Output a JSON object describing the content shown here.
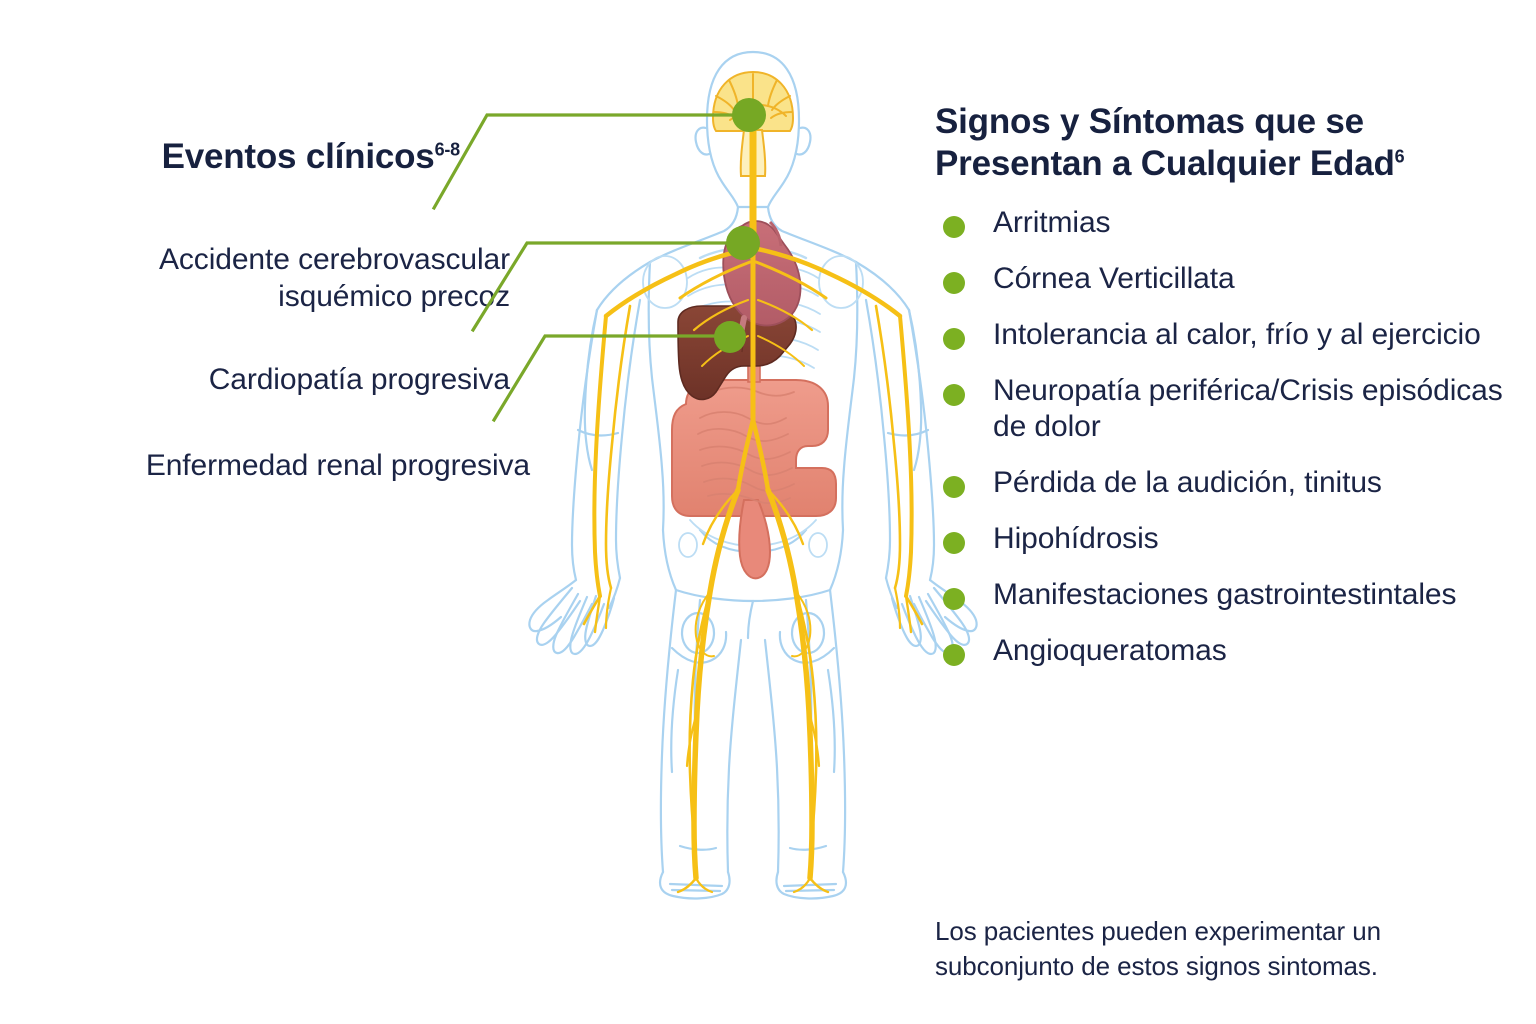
{
  "left": {
    "heading": "Eventos clínicos",
    "heading_sup": "6-8",
    "labels": [
      {
        "text": "Accidente cerebrovascular isquémico precoz",
        "target": "brain"
      },
      {
        "text": "Cardiopatía progresiva",
        "target": "heart"
      },
      {
        "text": "Enfermedad renal progresiva",
        "target": "kidney"
      }
    ]
  },
  "right": {
    "heading": "Signos y Síntomas que se Presentan a Cualquier Edad",
    "heading_sup": "6",
    "symptoms": [
      "Arritmias",
      "Córnea Verticillata",
      "Intolerancia al calor, frío y al ejercicio",
      "Neuropatía periférica/Crisis episódicas de dolor",
      "Pérdida de la audición, tinitus",
      "Hipohídrosis",
      "Manifestaciones gastrointestintales",
      "Angioqueratomas"
    ],
    "disclaimer": "Los pacientes pueden experimentar un subconjunto de estos signos sintomas."
  },
  "figure": {
    "title": "human-body-anatomy-diagram",
    "markers": [
      {
        "name": "brain-marker",
        "label": "Cerebro"
      },
      {
        "name": "heart-marker",
        "label": "Corazón"
      },
      {
        "name": "liver-kidney-marker",
        "label": "Riñón / Hígado"
      }
    ],
    "organs": [
      {
        "name": "brain",
        "label": "Cerebro"
      },
      {
        "name": "heart",
        "label": "Corazón"
      },
      {
        "name": "liver",
        "label": "Hígado"
      },
      {
        "name": "intestines",
        "label": "Intestinos"
      }
    ]
  },
  "colors": {
    "green_accent": "#7cb022",
    "leader_line": "#7aa82a",
    "text_navy": "#1b2445",
    "body_outline": "#a9d2f0",
    "nerve_yellow": "#f6c016",
    "brain_fill": "#fae38a",
    "heart_fill": "#c06a73",
    "liver_fill": "#7a3b2e",
    "intestine_fill": "#e8897a",
    "background": "#ffffff"
  }
}
